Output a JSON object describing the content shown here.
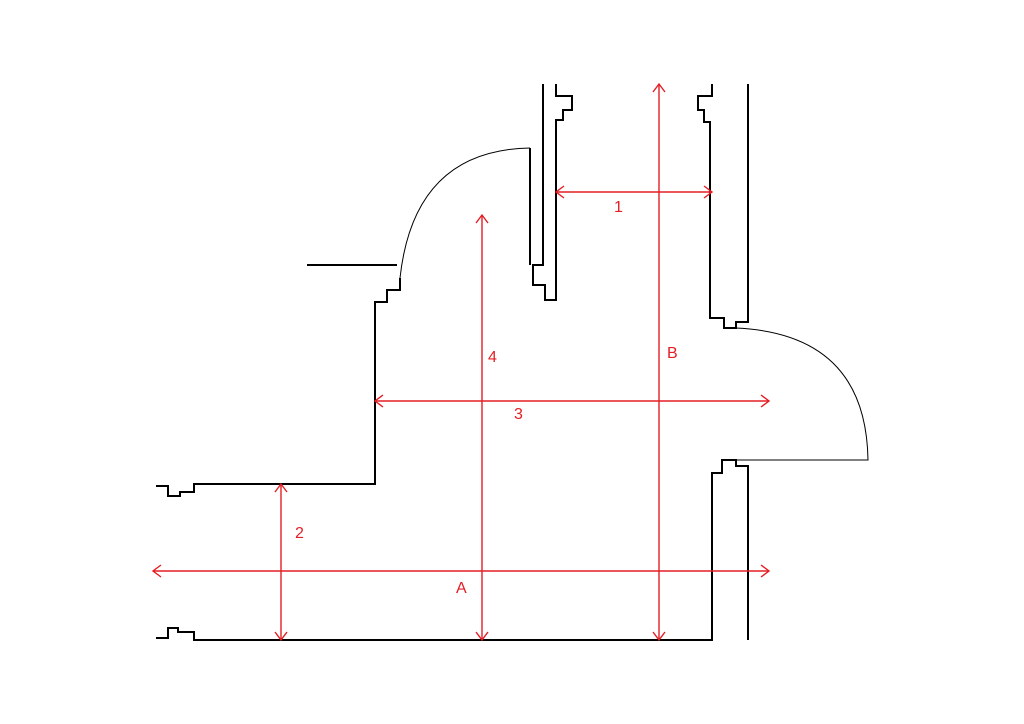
{
  "colors": {
    "background": "#ffffff",
    "walls": "#000000",
    "dimensions": "#e31e24"
  },
  "labels": {
    "dim_1": "1",
    "dim_2": "2",
    "dim_3": "3",
    "dim_4": "4",
    "dim_a": "A",
    "dim_b": "B"
  }
}
